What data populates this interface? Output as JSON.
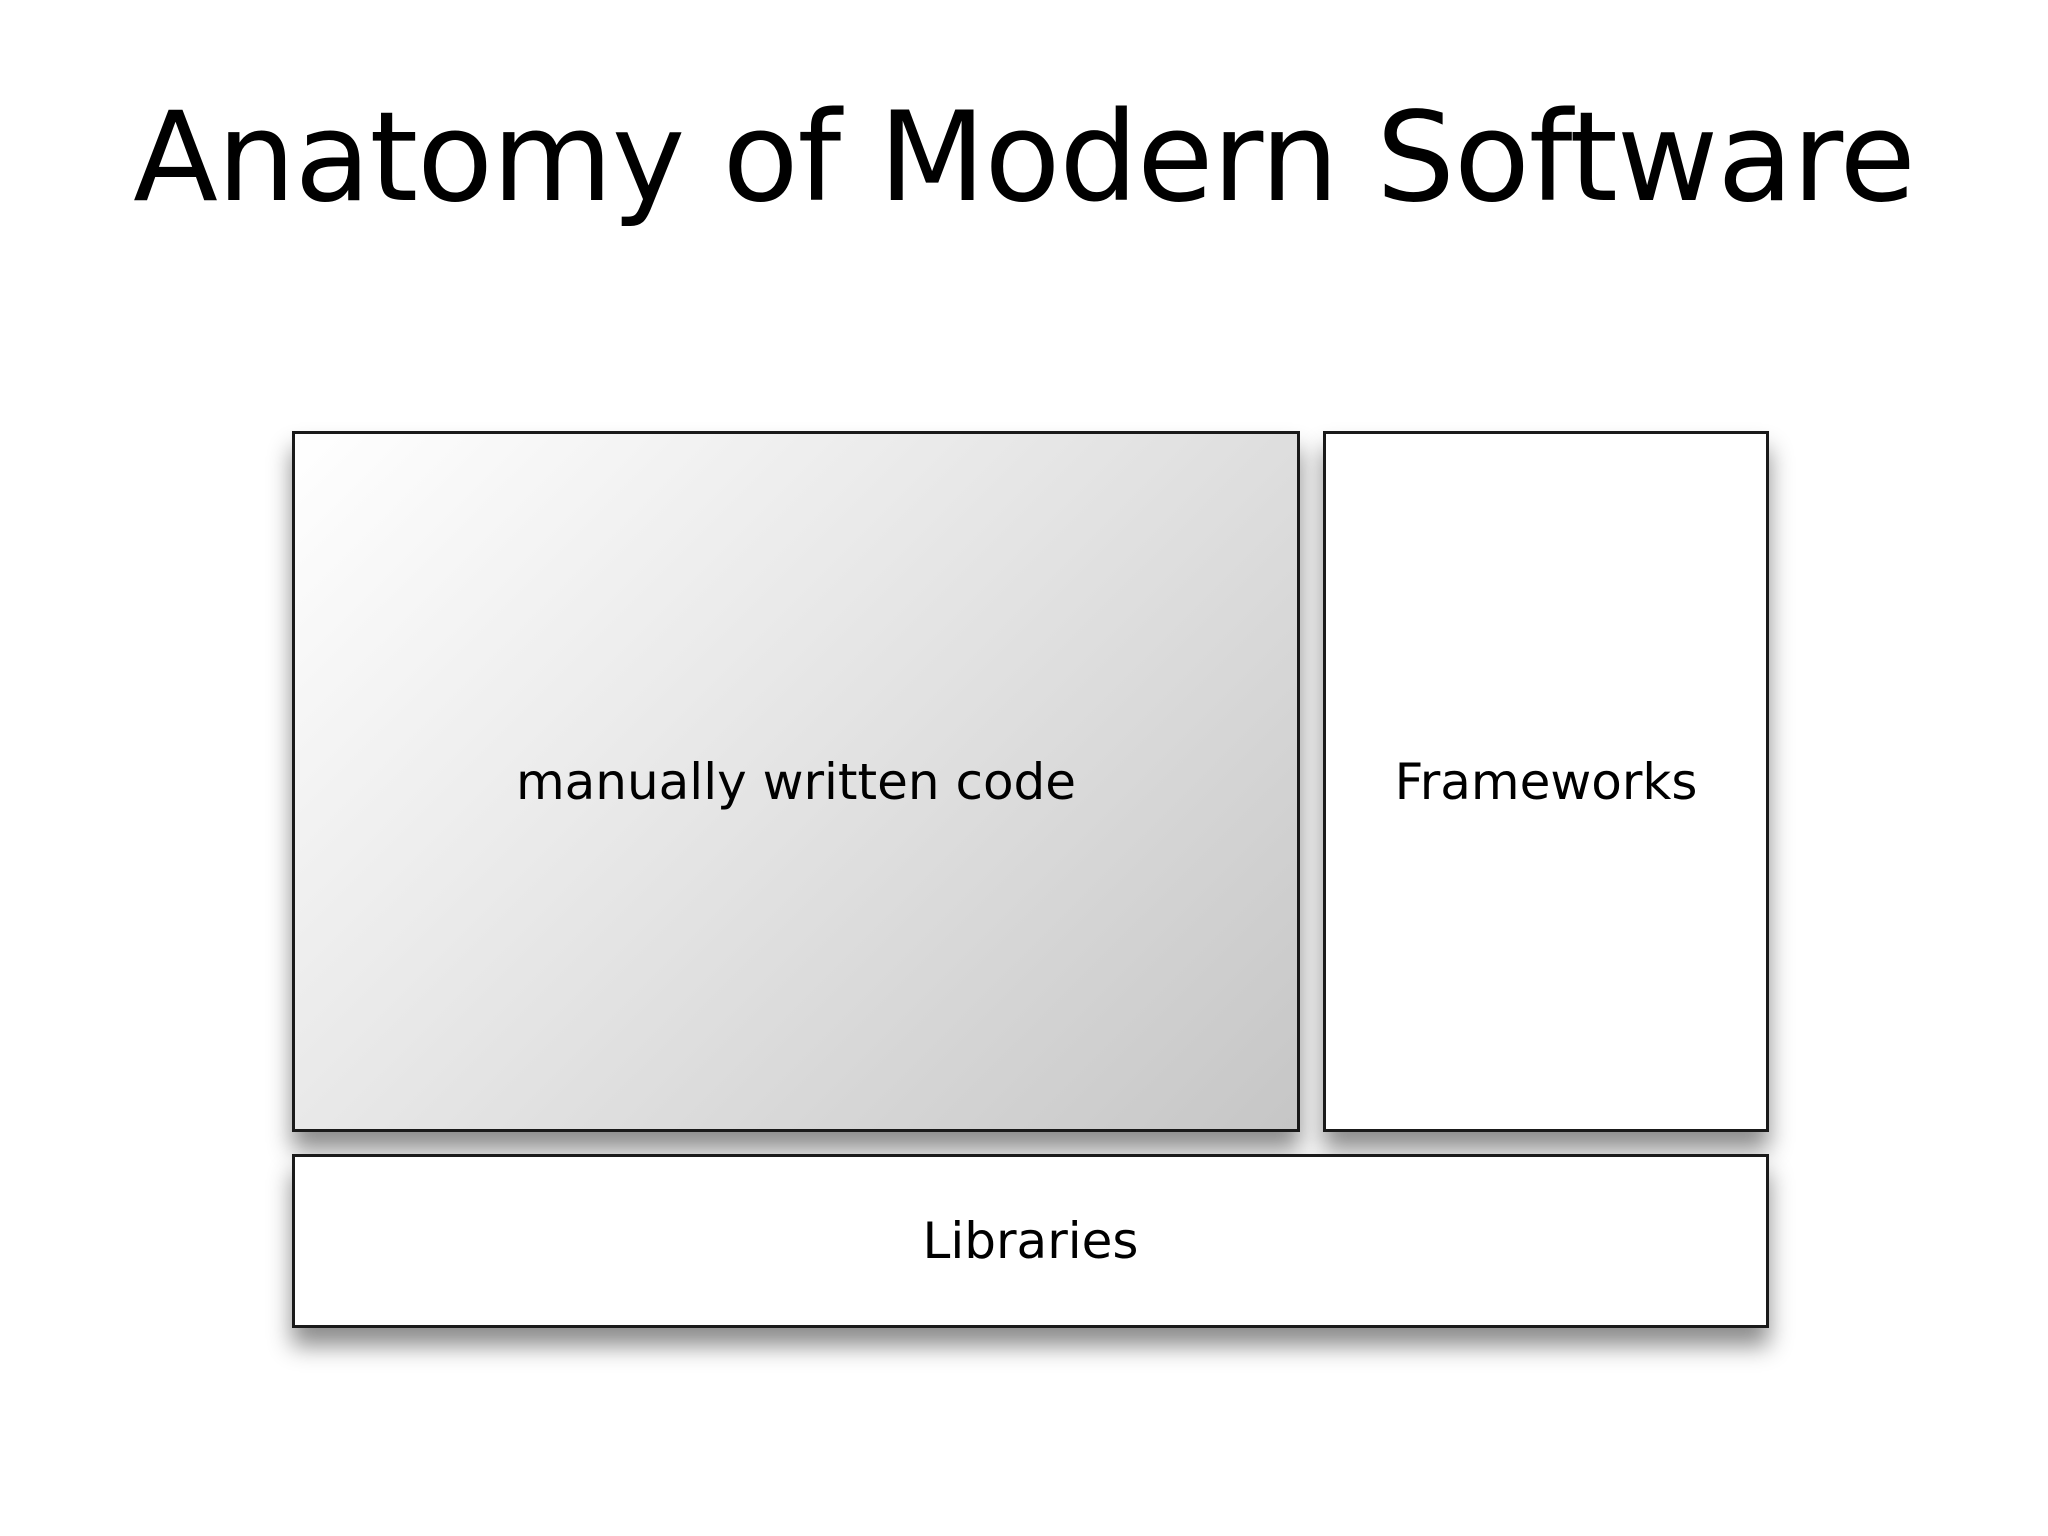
{
  "slide": {
    "title": "Anatomy of Modern Software"
  },
  "diagram": {
    "blocks": [
      {
        "label": "manually written code"
      },
      {
        "label": "Frameworks"
      },
      {
        "label": "Libraries"
      }
    ]
  }
}
